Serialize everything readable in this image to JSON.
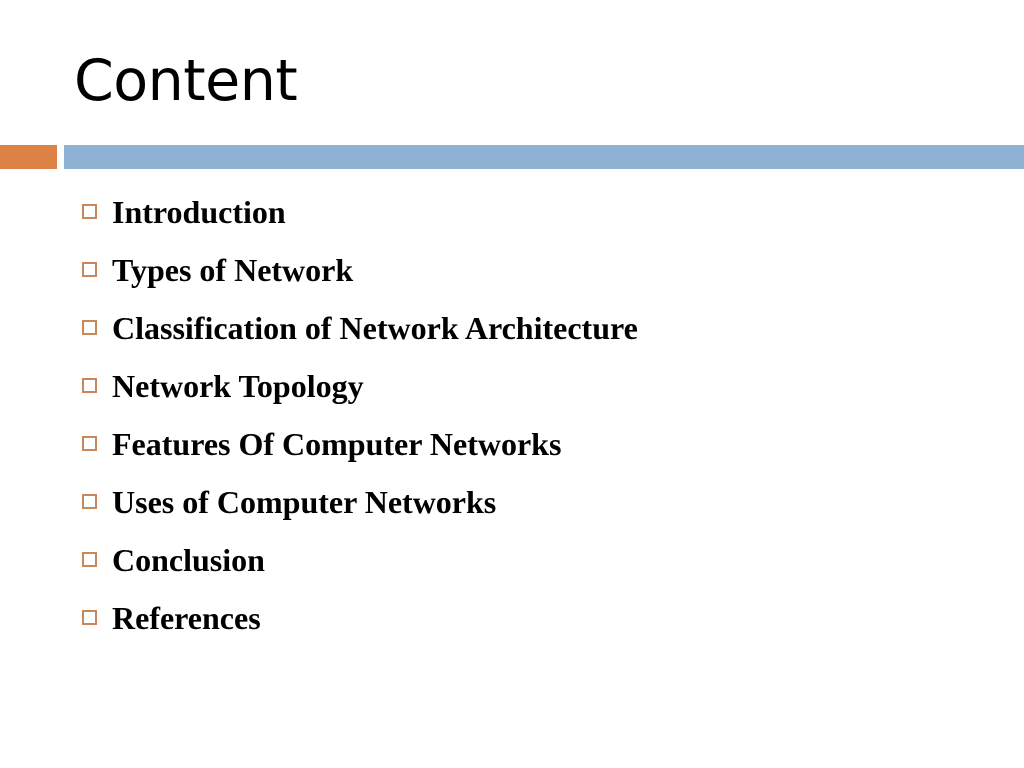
{
  "slide": {
    "title": "Content",
    "background_color": "#FFFFFF",
    "accent_color": "#DD8247",
    "bar_color": "#8FB2D4",
    "bullet_color": "#C8885C",
    "text_color": "#000000",
    "bullet_icon": "hollow-square-bullet",
    "items": [
      {
        "label": "Introduction"
      },
      {
        "label": "Types of Network"
      },
      {
        "label": "Classification of Network Architecture"
      },
      {
        "label": "Network Topology"
      },
      {
        "label": "Features Of Computer Networks"
      },
      {
        "label": "Uses of Computer Networks"
      },
      {
        "label": "Conclusion"
      },
      {
        "label": "References"
      }
    ]
  }
}
